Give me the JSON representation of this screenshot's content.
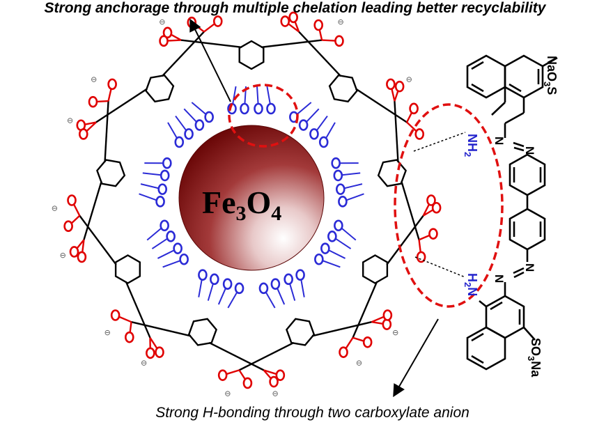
{
  "captions": {
    "top": "Strong anchorage through multiple chelation leading better recyclability",
    "bottom": "Strong H-bonding through two carboxylate anion"
  },
  "core": {
    "main": "Fe",
    "sub1": "3",
    "mid": "O",
    "sub2": "4"
  },
  "dye": {
    "top_sulfonate": {
      "a": "NaO",
      "sub": "3",
      "b": "S"
    },
    "bottom_sulfonate": {
      "a": "SO",
      "sub": "3",
      "b": "Na"
    },
    "top_amine": {
      "a": "NH",
      "sub": "2"
    },
    "bottom_amine": {
      "a": "H",
      "sub": "2",
      "b": "N"
    },
    "azo_atom": "N"
  },
  "atoms": {
    "oxygen": "O",
    "negative_charge": "⊖"
  },
  "colors": {
    "core_dark": "#7a0a0a",
    "core_light": "#ffffff",
    "ligand_blue": "#2b2bd6",
    "carboxyl_red": "#e00000",
    "highlight_red": "#e01010",
    "amine_blue": "#2222cc"
  },
  "icons": [
    "arrow-up-left-icon",
    "arrow-down-left-icon"
  ]
}
